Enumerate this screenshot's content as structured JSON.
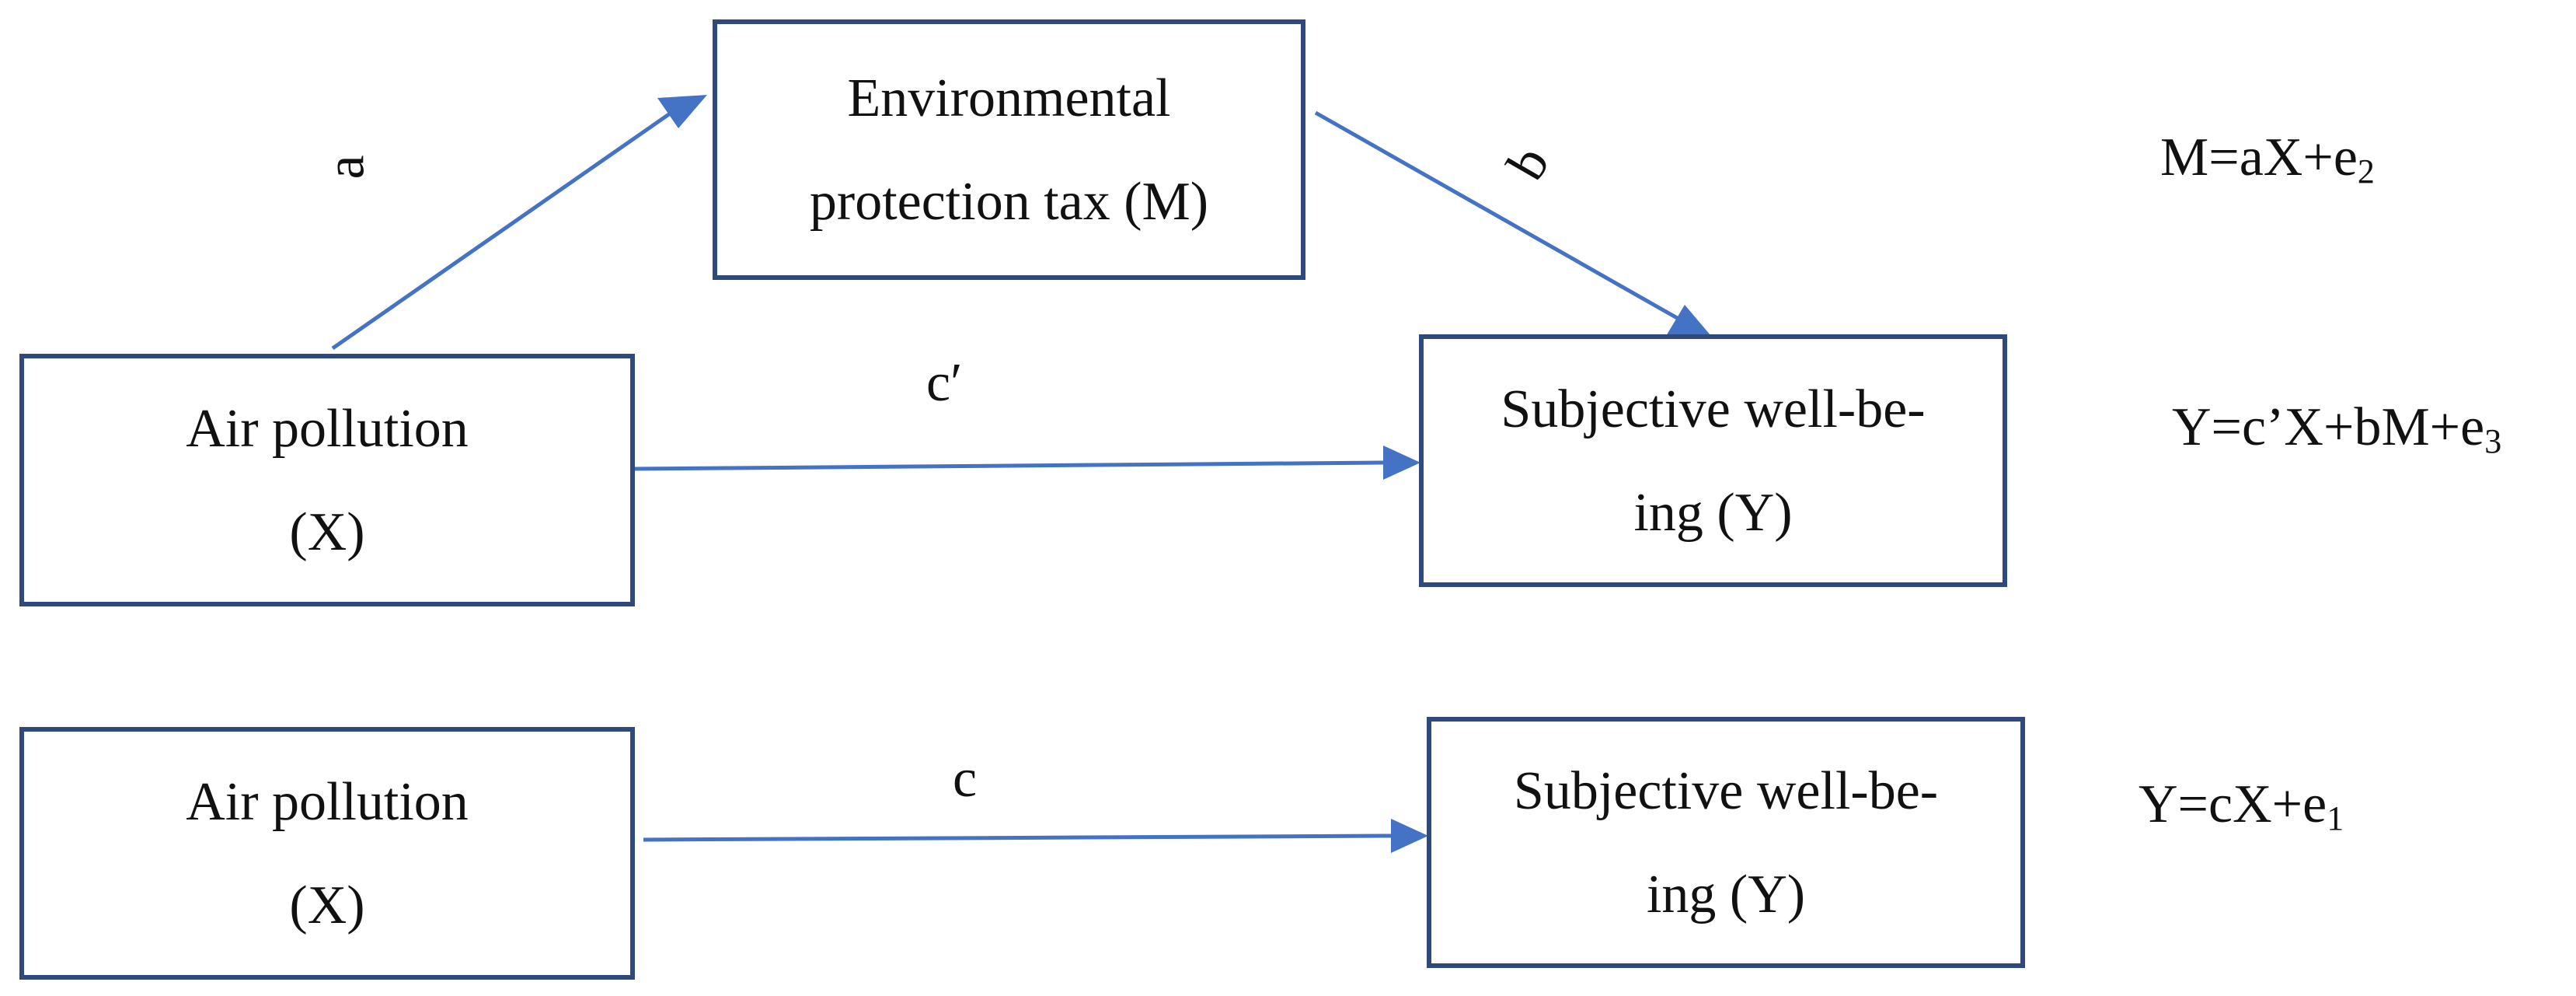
{
  "nodes": {
    "mediator": {
      "line1": "Environmental",
      "line2": "protection tax (M)"
    },
    "x_top": {
      "line1": "Air pollution",
      "line2": "(X)"
    },
    "y_top": {
      "line1": "Subjective well-be-",
      "line2": "ing (Y)"
    },
    "x_bottom": {
      "line1": "Air pollution",
      "line2": "(X)"
    },
    "y_bottom": {
      "line1": "Subjective well-be-",
      "line2": "ing (Y)"
    }
  },
  "paths": {
    "a": "a",
    "b": "b",
    "c_prime": "c′",
    "c": "c"
  },
  "equations": {
    "m": {
      "base": "M=aX+e",
      "sub": "2"
    },
    "y_full": {
      "base": "Y=c’X+bM+e",
      "sub": "3"
    },
    "y_total": {
      "base": "Y=cX+e",
      "sub": "1"
    }
  },
  "colors": {
    "arrow": "#4472c4",
    "box_border": "#2e4a7d"
  }
}
